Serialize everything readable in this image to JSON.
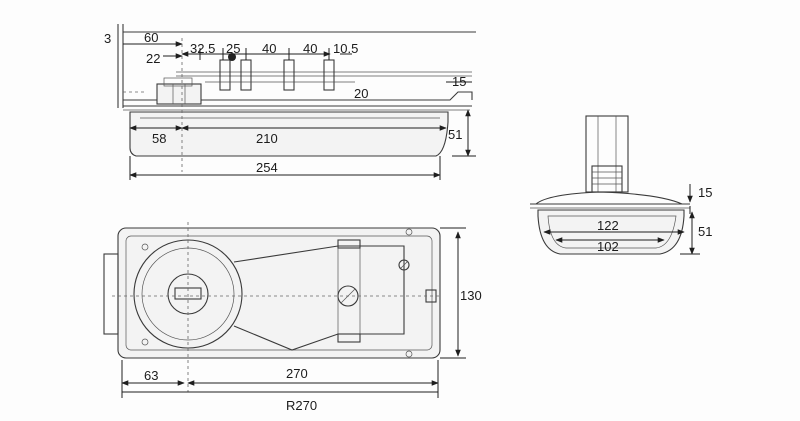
{
  "side_view": {
    "dims": {
      "d3": "3",
      "d60": "60",
      "d22": "22",
      "d32_5": "32.5",
      "d25": "25",
      "d40a": "40",
      "d40b": "40",
      "d10_5": "10.5",
      "d20": "20",
      "d15": "15",
      "d51": "51",
      "d58": "58",
      "d210": "210",
      "d254": "254"
    }
  },
  "top_view": {
    "dims": {
      "d130": "130",
      "d63": "63",
      "d270": "270",
      "r270": "R270"
    }
  },
  "end_view": {
    "dims": {
      "d15": "15",
      "d122": "122",
      "d102": "102",
      "d51": "51"
    }
  }
}
